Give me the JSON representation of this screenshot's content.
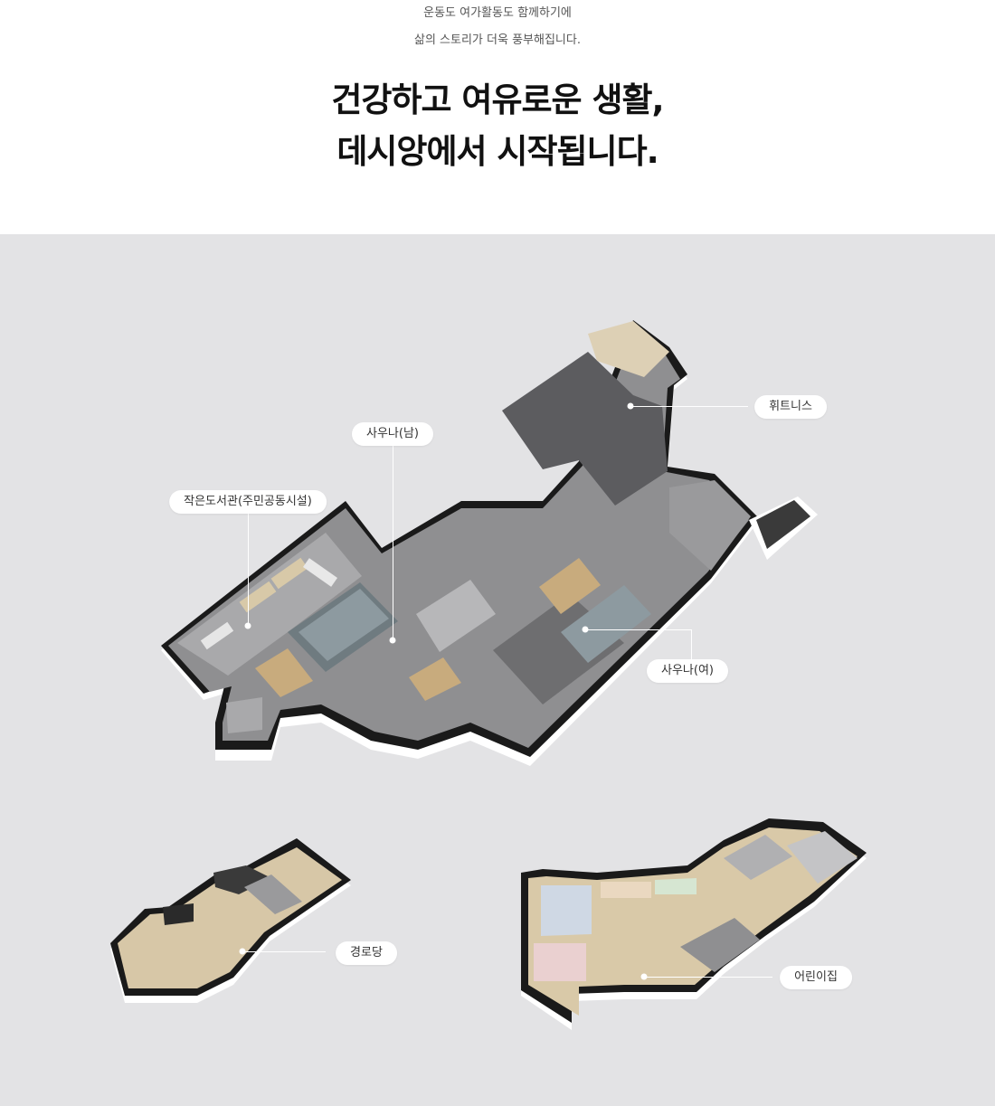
{
  "intro": {
    "line1": "운동도 여가활동도 함께하기에",
    "line2": "삶의 스토리가 더욱 풍부해집니다."
  },
  "headline": {
    "line1": "건강하고 여유로운 생활,",
    "line2": "데시앙에서 시작됩니다."
  },
  "facilities": {
    "fitness": "휘트니스",
    "sauna_men": "사우나(남)",
    "library": "작은도서관(주민공동시설)",
    "sauna_women": "사우나(여)",
    "senior_center": "경로당",
    "daycare": "어린이집"
  },
  "colors": {
    "background": "#e3e3e5",
    "floor": "#8e8e90",
    "wall": "#111111",
    "wood": "#d6c6a6",
    "label_bg": "#ffffff"
  }
}
